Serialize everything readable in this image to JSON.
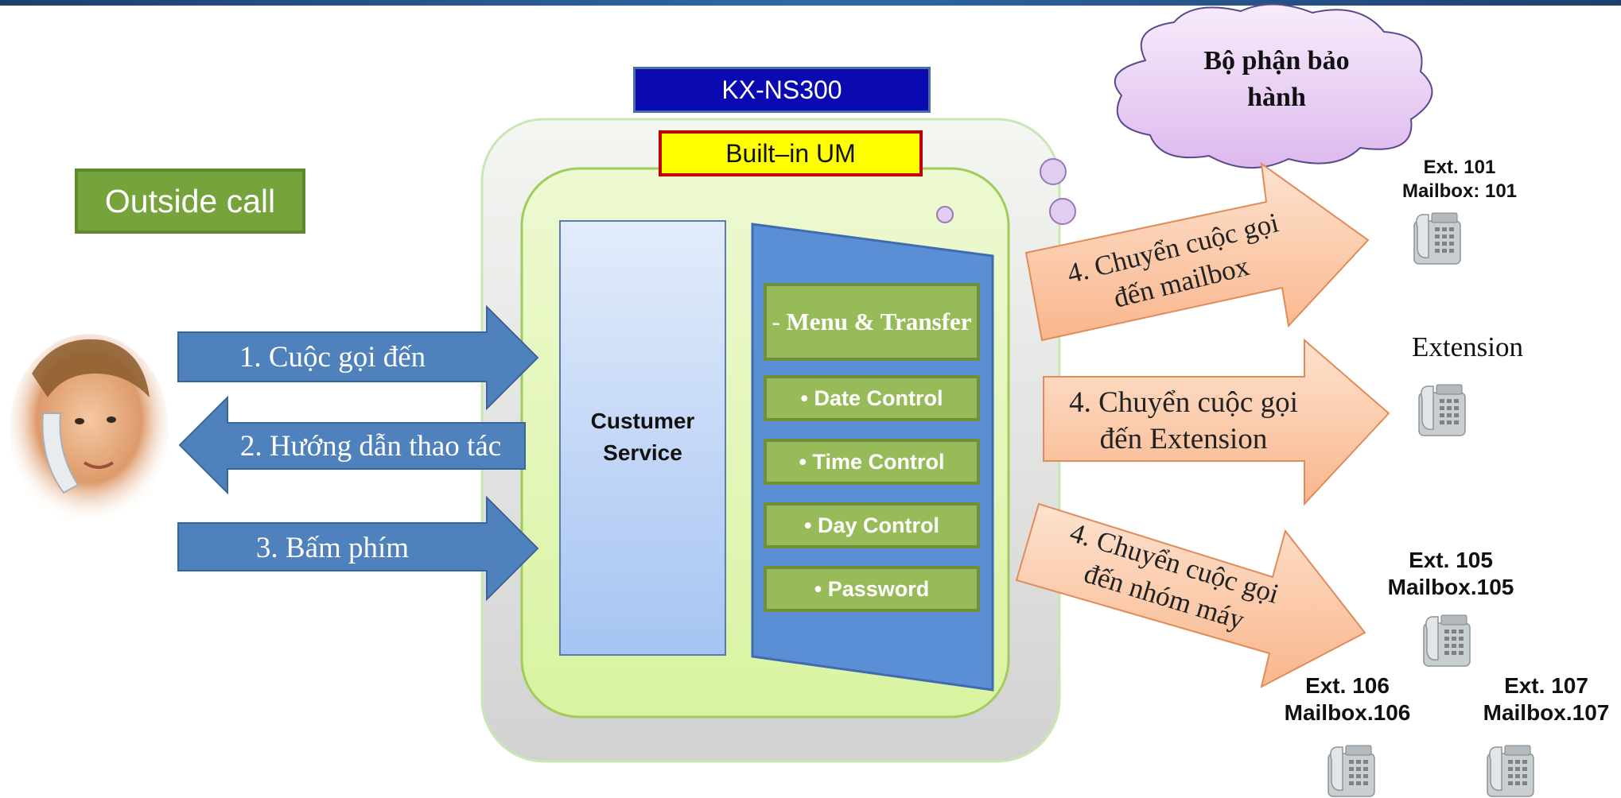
{
  "outside_call": "Outside call",
  "kx_title": "KX-NS300",
  "builtin_um": "Built–in UM",
  "customer_service": "Custumer Service",
  "menu_items": [
    "-  Menu & Transfer",
    "• Date Control",
    "• Time Control",
    "• Day Control",
    "• Password"
  ],
  "arrows_left": [
    "1. Cuộc gọi đến",
    "2. Hướng dẫn thao tác",
    "3. Bấm phím"
  ],
  "arrows_right": [
    {
      "line1": "4. Chuyển cuộc gọi",
      "line2": "đến mailbox"
    },
    {
      "line1": "4. Chuyển cuộc gọi",
      "line2": "đến Extension"
    },
    {
      "line1": "4. Chuyển cuộc gọi",
      "line2": "đến nhóm máy"
    }
  ],
  "cloud_text": "Bộ phận bảo hành",
  "ext_101": {
    "line1": "Ext. 101",
    "line2": "Mailbox: 101"
  },
  "extension_label": "Extension",
  "ext_105": {
    "line1": "Ext. 105",
    "line2": "Mailbox.105"
  },
  "ext_106": {
    "line1": "Ext. 106",
    "line2": "Mailbox.106"
  },
  "ext_107": {
    "line1": "Ext. 107",
    "line2": "Mailbox.107"
  },
  "icons": [
    "caller-photo",
    "desk-phone-icon"
  ],
  "colors": {
    "blue_arrow": "#4f81bd",
    "orange_arrow": "#fbc8a8",
    "green": "#98bb5a",
    "title_blue": "#0a0ab0",
    "yellow": "#ffff00"
  }
}
